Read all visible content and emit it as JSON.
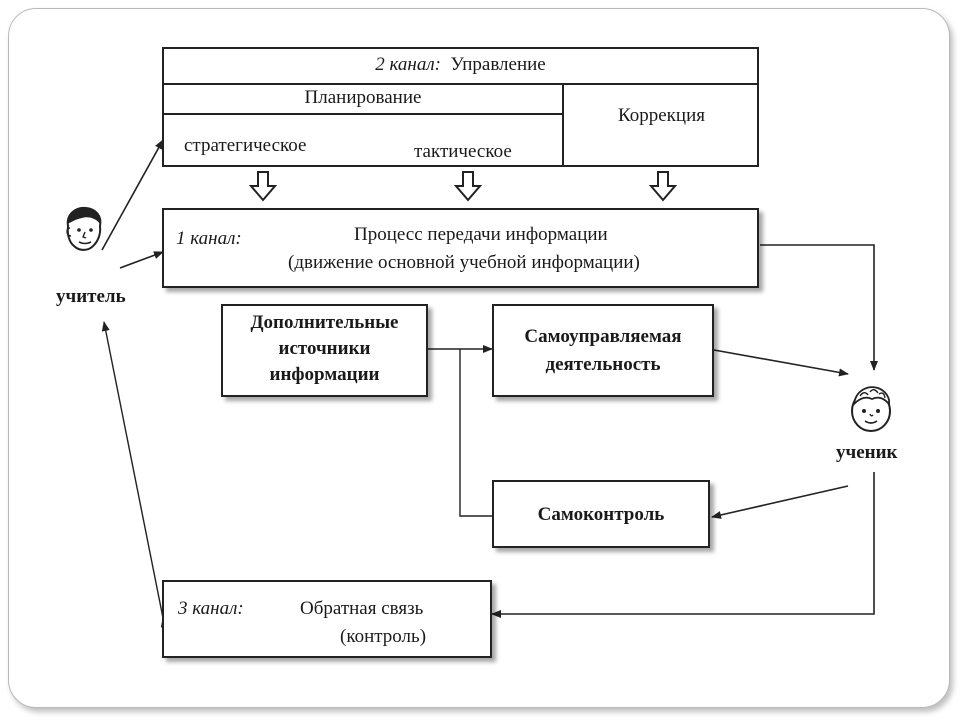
{
  "channel2": {
    "label": "2 канал:",
    "title": "Управление",
    "planning": "Планирование",
    "strategic": "стратегическое",
    "tactical": "тактическое",
    "correction": "Коррекция"
  },
  "channel1": {
    "label": "1 канал:",
    "line1": "Процесс передачи информации",
    "line2": "(движение основной учебной информации)"
  },
  "extra_sources": {
    "line1": "Дополнительные",
    "line2": "источники",
    "line3": "информации"
  },
  "self_managed": {
    "line1": "Самоуправляемая",
    "line2": "деятельность"
  },
  "self_control": {
    "label": "Самоконтроль"
  },
  "channel3": {
    "label": "3 канал:",
    "line1": "Обратная связь",
    "line2": "(контроль)"
  },
  "teacher": {
    "label": "учитель",
    "icon": "teacher-face-icon"
  },
  "student": {
    "label": "ученик",
    "icon": "student-face-icon"
  }
}
